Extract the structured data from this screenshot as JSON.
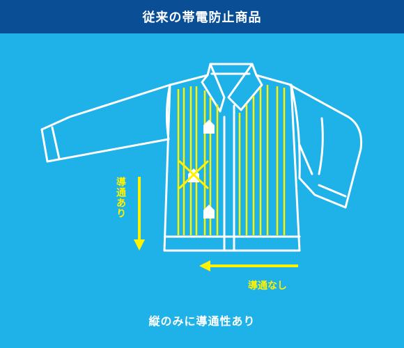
{
  "header": {
    "title": "従来の帯電防止商品"
  },
  "labels": {
    "vertical_conductive": "導通あり",
    "horizontal_conductive": "導通なし",
    "caption": "縦のみに導通性あり"
  },
  "colors": {
    "background": "#1fb2e8",
    "header_bg": "#0a4f96",
    "garment_line": "#ffffff",
    "conductive_stripe": "#fff200",
    "arrow": "#fff200"
  }
}
